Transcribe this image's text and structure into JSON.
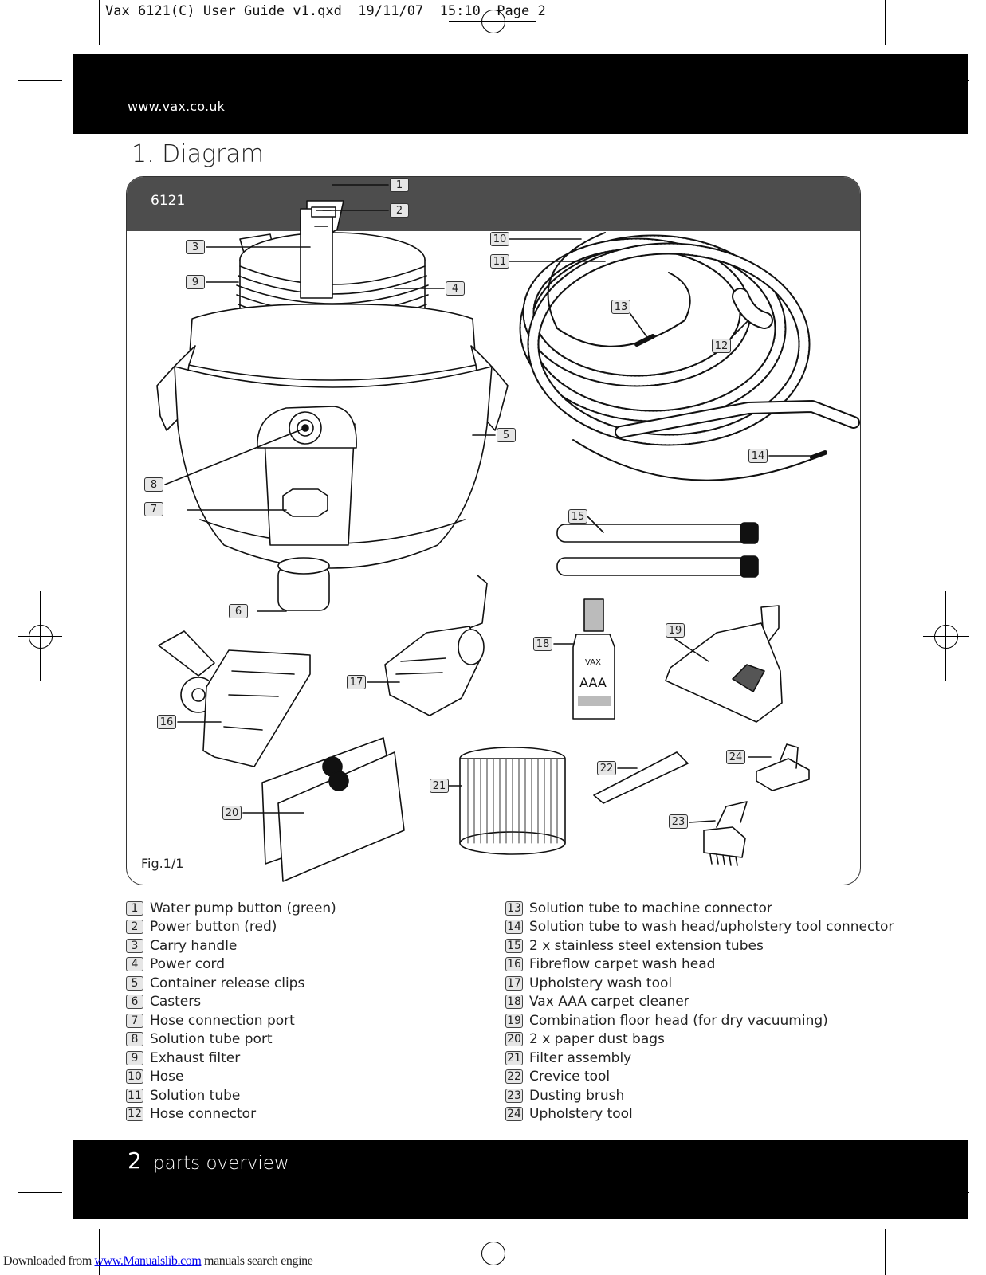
{
  "slug_line": "Vax 6121(C) User Guide v1.qxd  19/11/07  15:10  Page 2",
  "header": {
    "url": "www.vax.co.uk"
  },
  "section_title": "1. Diagram",
  "panel": {
    "model": "6121",
    "fig_label": "Fig.1/1"
  },
  "callout_numbers": [
    "1",
    "2",
    "3",
    "4",
    "5",
    "6",
    "7",
    "8",
    "9",
    "10",
    "11",
    "12",
    "13",
    "14",
    "15",
    "16",
    "17",
    "18",
    "19",
    "20",
    "21",
    "22",
    "23",
    "24"
  ],
  "parts_left": [
    {
      "num": "1",
      "label": "Water pump button (green)"
    },
    {
      "num": "2",
      "label": "Power button (red)"
    },
    {
      "num": "3",
      "label": "Carry handle"
    },
    {
      "num": "4",
      "label": "Power cord"
    },
    {
      "num": "5",
      "label": "Container release clips"
    },
    {
      "num": "6",
      "label": "Casters"
    },
    {
      "num": "7",
      "label": "Hose connection port"
    },
    {
      "num": "8",
      "label": "Solution tube port"
    },
    {
      "num": "9",
      "label": "Exhaust filter"
    },
    {
      "num": "10",
      "label": "Hose"
    },
    {
      "num": "11",
      "label": "Solution tube"
    },
    {
      "num": "12",
      "label": "Hose connector"
    }
  ],
  "parts_right": [
    {
      "num": "13",
      "label": "Solution tube to machine connector"
    },
    {
      "num": "14",
      "label": "Solution tube to wash head/upholstery tool connector"
    },
    {
      "num": "15",
      "label": "2 x stainless steel extension tubes"
    },
    {
      "num": "16",
      "label": "Fibreflow carpet wash head"
    },
    {
      "num": "17",
      "label": "Upholstery wash tool"
    },
    {
      "num": "18",
      "label": "Vax AAA carpet cleaner"
    },
    {
      "num": "19",
      "label": "Combination floor head (for dry vacuuming)"
    },
    {
      "num": "20",
      "label": "2 x paper dust bags"
    },
    {
      "num": "21",
      "label": "Filter assembly"
    },
    {
      "num": "22",
      "label": "Crevice tool"
    },
    {
      "num": "23",
      "label": "Dusting brush"
    },
    {
      "num": "24",
      "label": "Upholstery tool"
    }
  ],
  "bottle_text": {
    "brand": "VAX",
    "product": "AAA"
  },
  "footer": {
    "page_number": "2",
    "section_label": "parts overview"
  },
  "download_note": {
    "prefix": "Downloaded from ",
    "link_text": "www.Manualslib.com",
    "suffix": " manuals search engine"
  }
}
